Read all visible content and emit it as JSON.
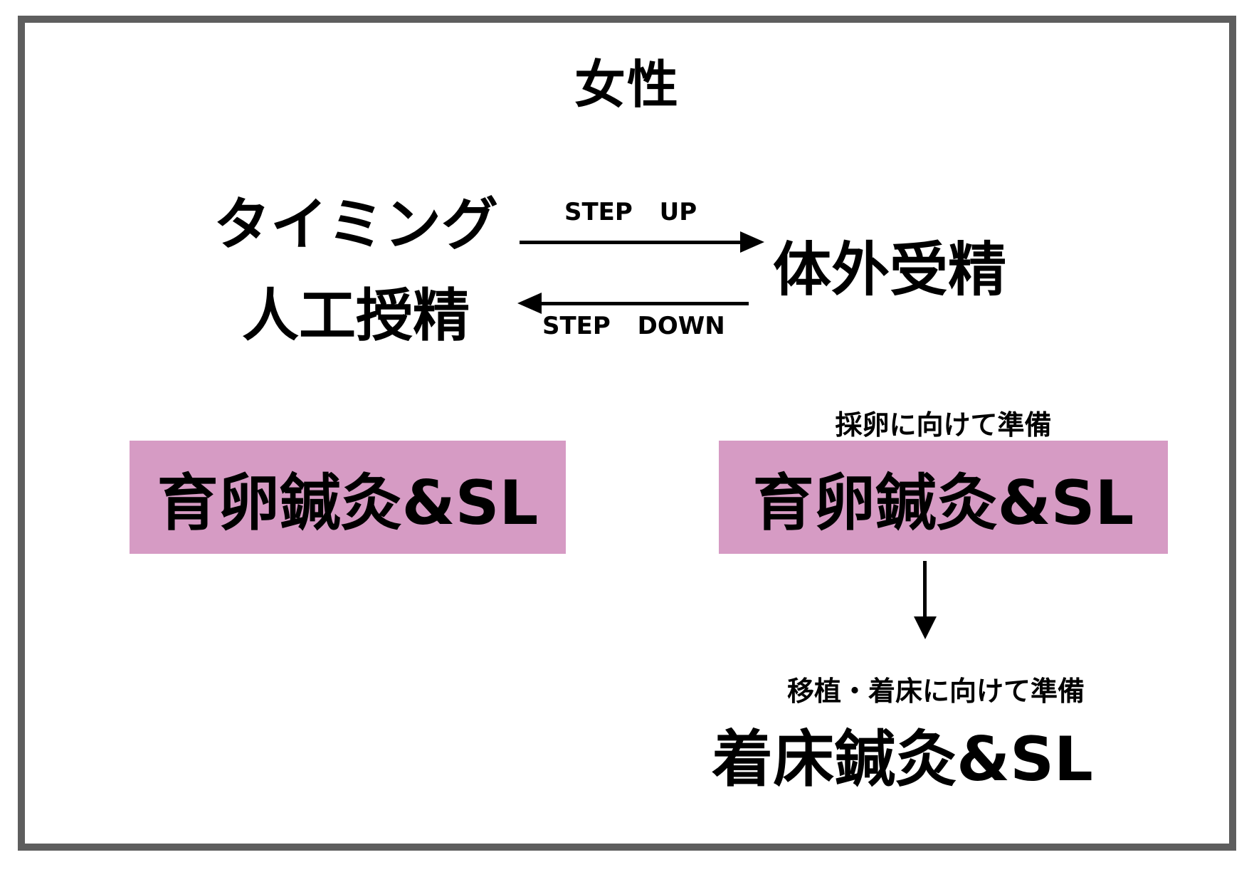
{
  "title": "女性",
  "step_flow": {
    "left_node_line1": "タイミング",
    "left_node_line2": "人工授精",
    "right_node": "体外受精",
    "step_up_label": "STEP UP",
    "step_down_label": "STEP DOWN"
  },
  "treatments": {
    "left_box_label": "育卵鍼灸&SL",
    "right_box_caption": "採卵に向けて準備",
    "right_box_label": "育卵鍼灸&SL",
    "transfer_caption": "移植・着床に向けて準備",
    "transfer_label": "着床鍼灸&SL"
  },
  "colors": {
    "highlight_pink": "#d69bc4",
    "frame_border_gray": "#5e5e5e",
    "text_black": "#000000"
  }
}
